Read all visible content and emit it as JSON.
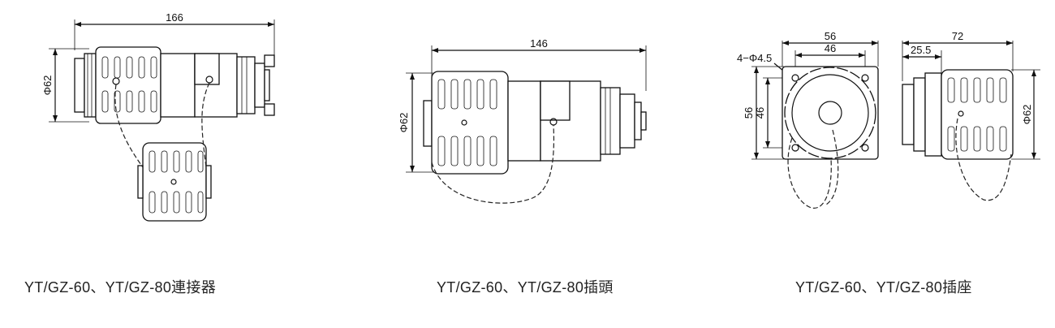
{
  "figures": [
    {
      "name": "connector",
      "caption": "YT/GZ-60、YT/GZ-80連接器",
      "dims": {
        "length": "166",
        "diameter": "Φ62"
      }
    },
    {
      "name": "plug",
      "caption": "YT/GZ-60、YT/GZ-80插頭",
      "dims": {
        "length": "146",
        "diameter": "Φ62"
      }
    },
    {
      "name": "socket",
      "caption": "YT/GZ-60、YT/GZ-80插座",
      "dims": {
        "flange_outer": "56",
        "flange_inner": "46",
        "holes": "4−Φ4.5",
        "height_outer": "56",
        "height_inner": "46",
        "depth": "72",
        "offset": "25.5",
        "diameter": "Φ62"
      }
    }
  ]
}
